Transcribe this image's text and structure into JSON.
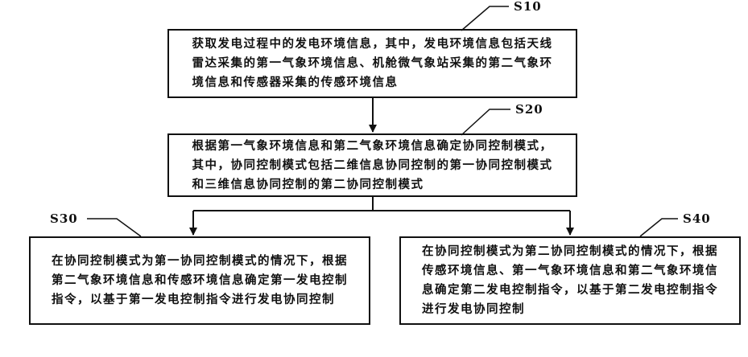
{
  "steps": {
    "s10": {
      "label": "S10",
      "text": "获取发电过程中的发电环境信息，其中，发电环境信息包括天线\n雷达采集的第一气象环境信息、机舱微气象站采集的第二气象环\n境信息和传感器采集的传感环境信息"
    },
    "s20": {
      "label": "S20",
      "text": "根据第一气象环境信息和第二气象环境信息确定协同控制模式，\n其中，协同控制模式包括二维信息协同控制的第一协同控制模式\n和三维信息协同控制的第二协同控制模式"
    },
    "s30": {
      "label": "S30",
      "text": "在协同控制模式为第一协同控制模式的情况下，根据\n第二气象环境信息和传感环境信息确定第一发电控制\n指令，以基于第一发电控制指令进行发电协同控制"
    },
    "s40": {
      "label": "S40",
      "text": "在协同控制模式为第二协同控制模式的情况下，根据\n传感环境信息、第一气象环境信息和第二气象环境信\n息确定第二发电控制指令，以基于第二发电控制指令\n进行发电协同控制"
    }
  }
}
